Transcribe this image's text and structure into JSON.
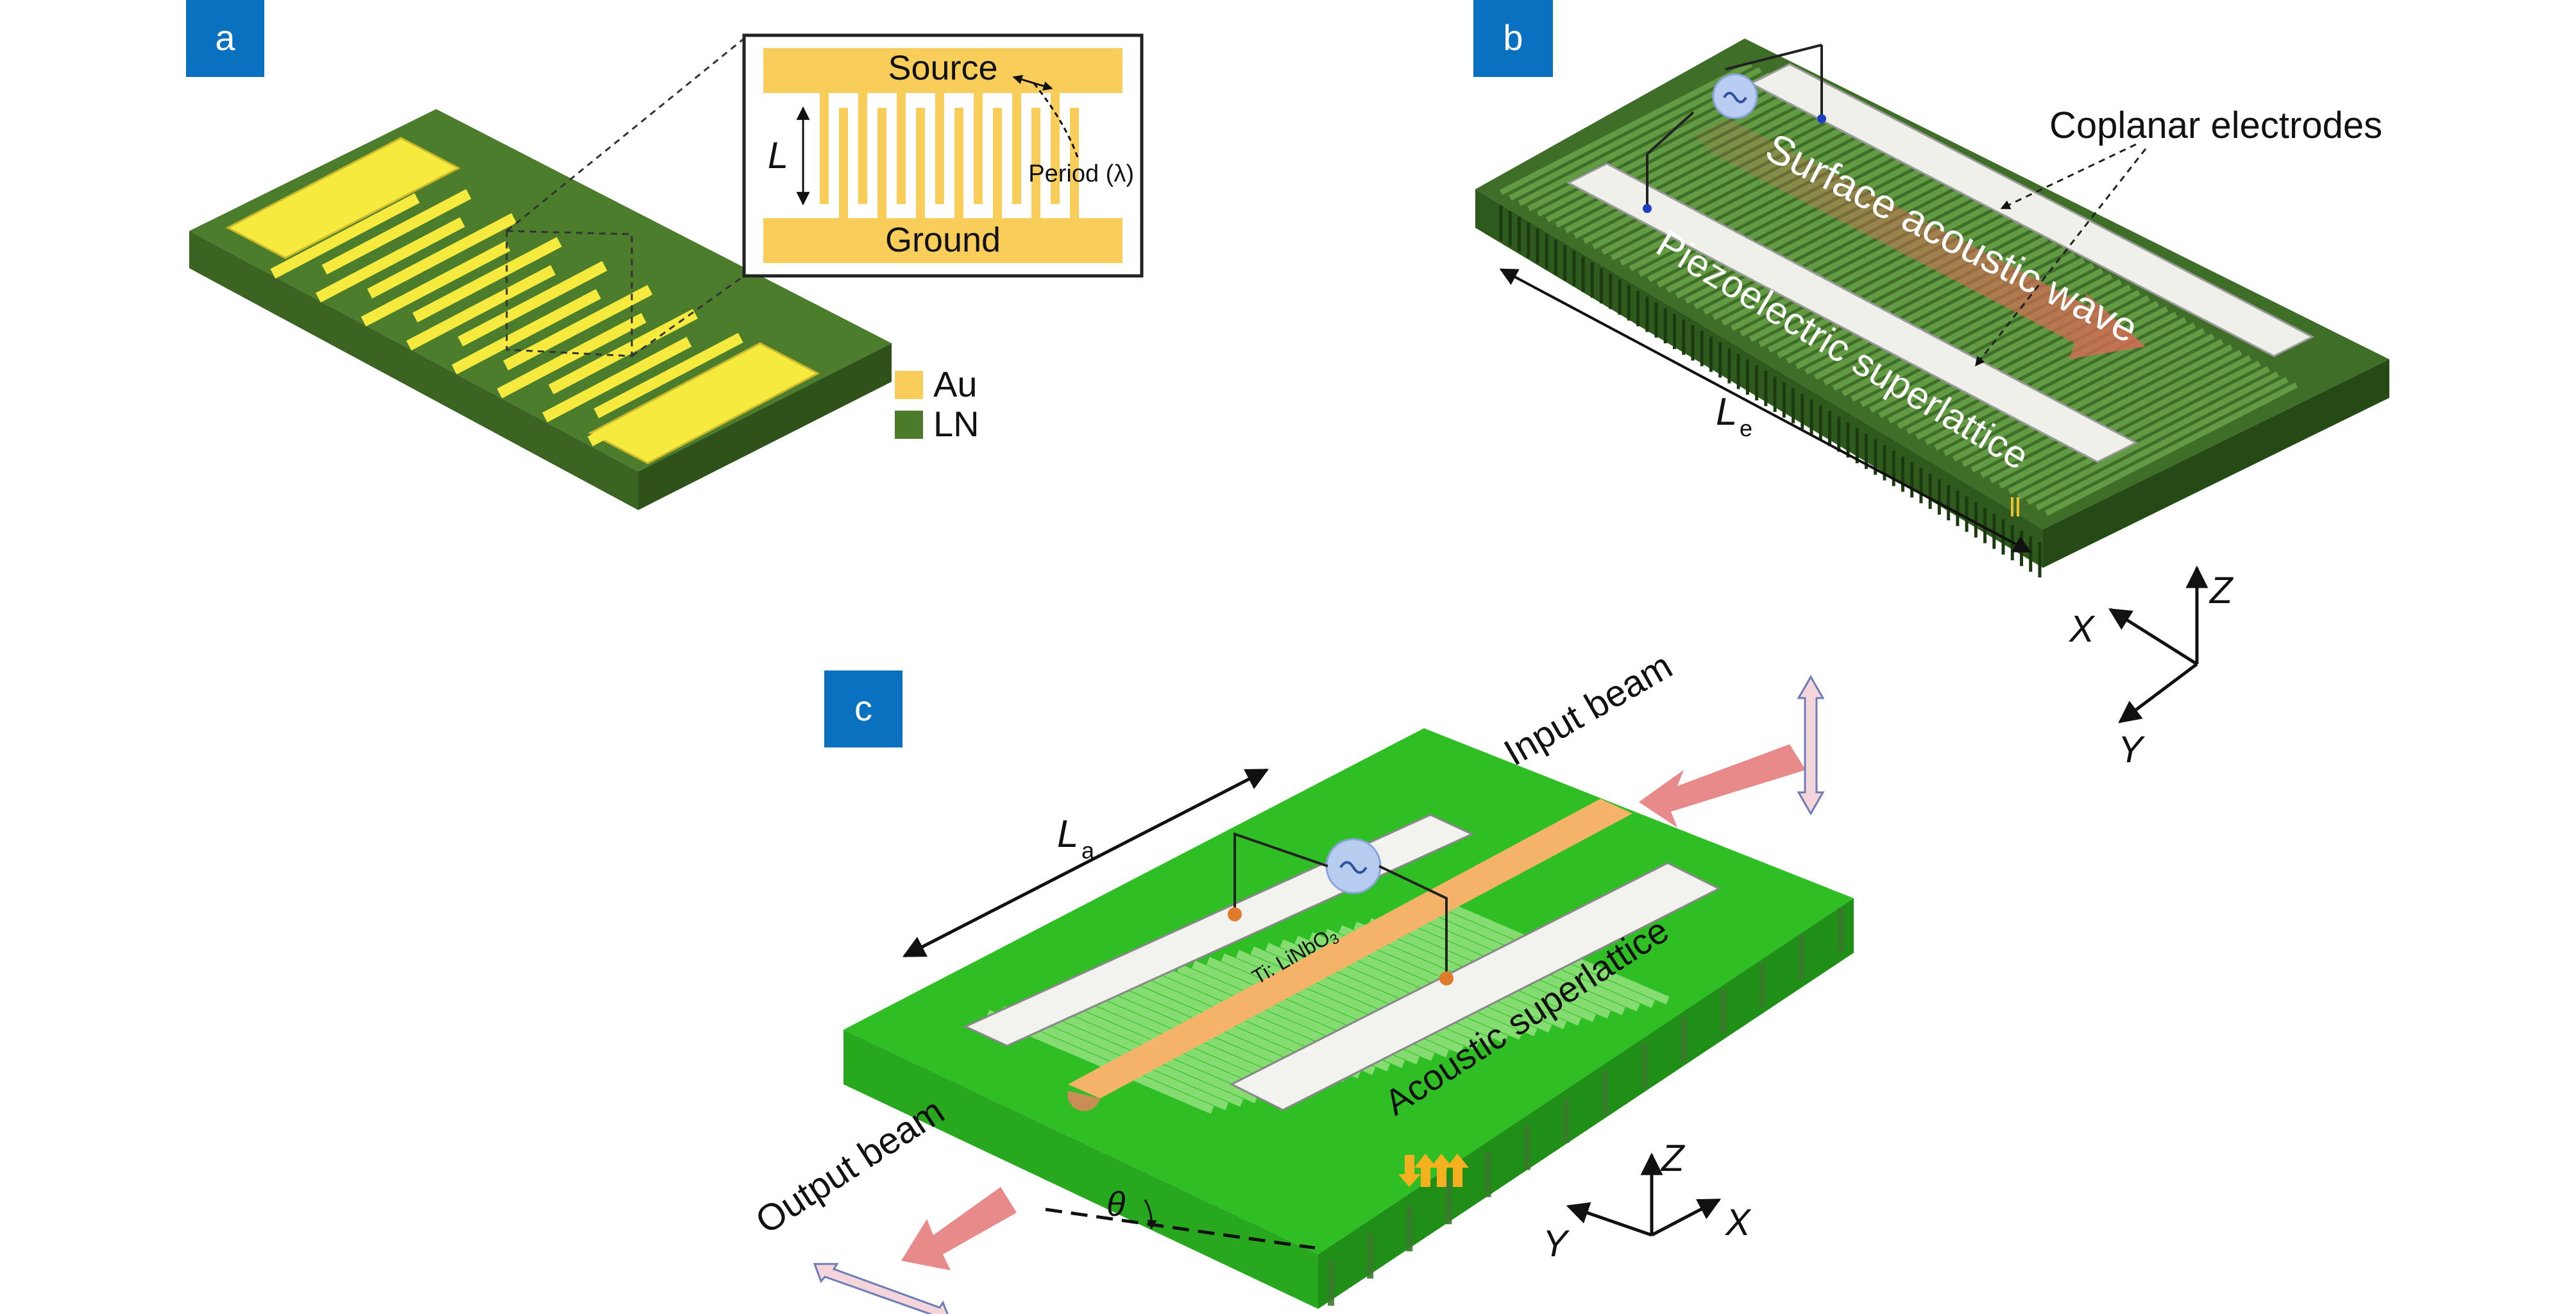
{
  "panel_a": {
    "badge": "a",
    "inset": {
      "source": "Source",
      "ground": "Ground",
      "length_symbol": "L",
      "period": "Period (λ)"
    },
    "legend": [
      {
        "label": "Au",
        "color": "#f7c948"
      },
      {
        "label": "LN",
        "color": "#4a7a2a"
      }
    ]
  },
  "panel_b": {
    "badge": "b",
    "coplanar": "Coplanar electrodes",
    "saw": "Surface acoustic wave",
    "superlattice": "Piezoelectric superlattice",
    "length_symbol": "L",
    "length_sub": "e",
    "axes": {
      "x": "X",
      "y": "Y",
      "z": "Z"
    }
  },
  "panel_c": {
    "badge": "c",
    "input_beam": "Input beam",
    "output_beam": "Output beam",
    "waveguide": "Ti: LiNbO",
    "waveguide_sub": "3",
    "superlattice": "Acoustic superlattice",
    "length_symbol": "L",
    "length_sub": "a",
    "angle": "θ",
    "axes": {
      "x": "X",
      "y": "Y",
      "z": "Z"
    }
  },
  "colors": {
    "badge": "#0a70c0",
    "gold": "#f7e63c",
    "dark_green": "#3f6e28",
    "bright_green": "#2fbf24",
    "beam": "#e8898a",
    "electrode": "#f2f2ee",
    "orange_wg": "#f5b36a"
  }
}
